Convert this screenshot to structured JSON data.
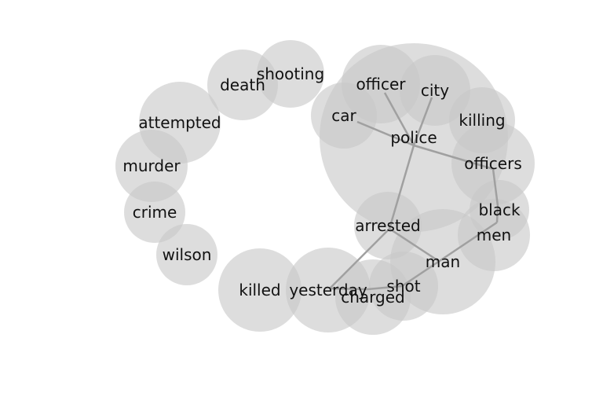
{
  "words": [
    {
      "id": "police",
      "label": "police"
    },
    {
      "id": "officer",
      "label": "officer"
    },
    {
      "id": "city",
      "label": "city"
    },
    {
      "id": "car",
      "label": "car"
    },
    {
      "id": "killing",
      "label": "killing"
    },
    {
      "id": "officers",
      "label": "officers"
    },
    {
      "id": "black",
      "label": "black"
    },
    {
      "id": "men",
      "label": "men"
    },
    {
      "id": "man",
      "label": "man"
    },
    {
      "id": "arrested",
      "label": "arrested"
    },
    {
      "id": "shot",
      "label": "shot"
    },
    {
      "id": "charged",
      "label": "charged"
    },
    {
      "id": "yesterday",
      "label": "yesterday"
    },
    {
      "id": "killed",
      "label": "killed"
    },
    {
      "id": "wilson",
      "label": "wilson"
    },
    {
      "id": "crime",
      "label": "crime"
    },
    {
      "id": "murder",
      "label": "murder"
    },
    {
      "id": "attempted",
      "label": "attempted"
    },
    {
      "id": "death",
      "label": "death"
    },
    {
      "id": "shooting",
      "label": "shooting"
    }
  ],
  "links": [
    [
      "police",
      "officer"
    ],
    [
      "police",
      "city"
    ],
    [
      "police",
      "car"
    ],
    [
      "police",
      "officers"
    ],
    [
      "police",
      "arrested"
    ],
    [
      "officers",
      "black"
    ],
    [
      "black",
      "men"
    ],
    [
      "men",
      "shot"
    ],
    [
      "arrested",
      "man"
    ],
    [
      "arrested",
      "yesterday"
    ],
    [
      "yesterday",
      "charged"
    ],
    [
      "charged",
      "shot"
    ]
  ],
  "colors": {
    "bubble": "#c8c8c8",
    "edge": "#a0a0a0",
    "text": "#111111"
  }
}
